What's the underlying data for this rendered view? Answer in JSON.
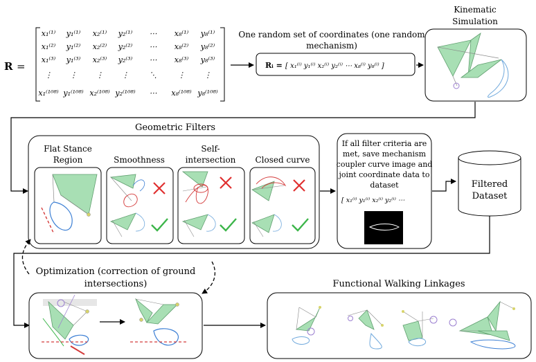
{
  "matrix": {
    "symbol": "R",
    "equals": "=",
    "rows": [
      [
        "x₁⁽¹⁾",
        "y₁⁽¹⁾",
        "x₂⁽¹⁾",
        "y₂⁽¹⁾",
        "⋯",
        "x₈⁽¹⁾",
        "y₈⁽¹⁾"
      ],
      [
        "x₁⁽²⁾",
        "y₁⁽²⁾",
        "x₂⁽²⁾",
        "y₂⁽²⁾",
        "⋯",
        "x₈⁽²⁾",
        "y₈⁽²⁾"
      ],
      [
        "x₁⁽³⁾",
        "y₁⁽³⁾",
        "x₂⁽³⁾",
        "y₂⁽³⁾",
        "⋯",
        "x₈⁽³⁾",
        "y₈⁽³⁾"
      ],
      [
        "⋮",
        "⋮",
        "⋮",
        "⋮",
        "⋱",
        "⋮",
        "⋮"
      ],
      [
        "x₁⁽¹⁰⁸⁾",
        "y₁⁽¹⁰⁸⁾",
        "x₂⁽¹⁰⁸⁾",
        "y₂⁽¹⁰⁸⁾",
        "⋯",
        "x₈⁽¹⁰⁸⁾",
        "y₈⁽¹⁰⁸⁾"
      ]
    ]
  },
  "random_set": {
    "caption_line1": "One random set of coordinates (one random",
    "caption_line2": "mechanism)",
    "row_label": "Rᵢ =",
    "row_values": "[ x₁⁽ⁱ⁾  y₁⁽ⁱ⁾  x₂⁽ⁱ⁾  y₂⁽ⁱ⁾  ⋯  x₈⁽ⁱ⁾  y₈⁽ⁱ⁾ ]"
  },
  "kinematic": {
    "title_line1": "Kinematic",
    "title_line2": "Simulation"
  },
  "geometric_filters": {
    "title": "Geometric Filters",
    "filters": [
      {
        "line1": "Flat Stance",
        "line2": "Region"
      },
      {
        "line1": "Smoothness",
        "line2": ""
      },
      {
        "line1": "Self-",
        "line2": "intersection"
      },
      {
        "line1": "Closed curve",
        "line2": ""
      }
    ]
  },
  "save_box": {
    "lines": [
      "If all filter criteria are",
      "met, save mechanism",
      "coupler curve image and",
      "joint coordinate data to",
      "dataset"
    ],
    "row_values": "[ x₁⁽ⁱ⁾  y₁⁽ⁱ⁾  x₂⁽ⁱ⁾  y₂⁽ⁱ⁾ ⋯"
  },
  "dataset": {
    "line1": "Filtered",
    "line2": "Dataset"
  },
  "optimization": {
    "line1": "Optimization (correction of ground",
    "line2": "intersections)"
  },
  "walking": {
    "title": "Functional Walking Linkages"
  },
  "colors": {
    "link_fill": "#a8dfb4",
    "link_stroke": "#5f9e6e",
    "curve_blue": "#3c7fd4",
    "mark_red": "#e03030",
    "mark_green": "#3cb54a",
    "joint_yellow": "#d8d46a",
    "joint_purple": "#9b7fd0",
    "flat_red": "#d43a3a"
  }
}
